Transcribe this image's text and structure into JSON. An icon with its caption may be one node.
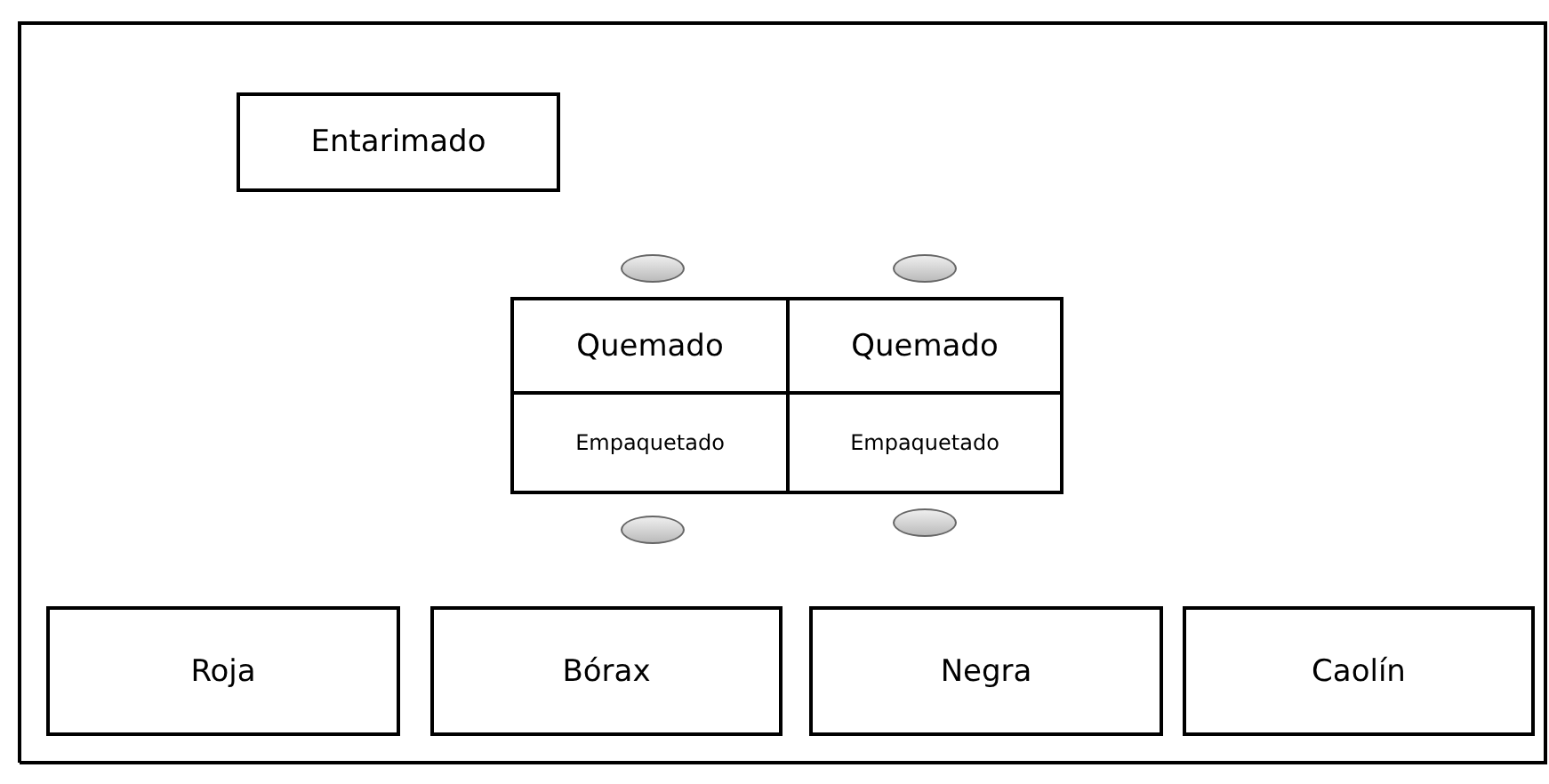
{
  "diagram": {
    "nodes": [
      {
        "text": [
          "Entarimado"
        ]
      },
      {
        "text": [],
        "shape": "circle"
      },
      {
        "text": [],
        "shape": "circle"
      },
      {
        "text": [
          "Quemado"
        ]
      },
      {
        "text": [
          "Quemado"
        ]
      },
      {
        "text": [
          "Empaquetado"
        ]
      },
      {
        "text": [
          "Empaquetado"
        ]
      },
      {
        "text": [],
        "shape": "circle"
      },
      {
        "text": [],
        "shape": "circle"
      },
      {
        "text": [
          "Roja"
        ]
      },
      {
        "text": [
          "Bórax"
        ]
      },
      {
        "text": [
          "Negra"
        ]
      },
      {
        "text": [
          "Caolín"
        ]
      }
    ]
  }
}
